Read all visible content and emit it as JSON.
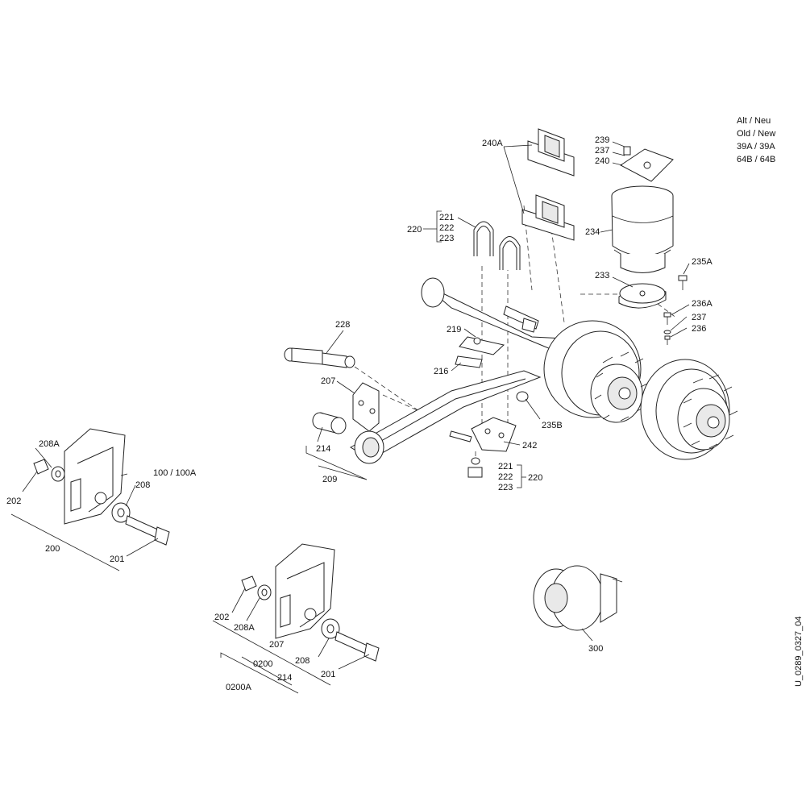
{
  "legend": {
    "header1": "Alt / Neu",
    "header2": "Old / New",
    "row1": "39A / 39A",
    "row2": "64B / 64B"
  },
  "document_id": "U_0289_0327_04",
  "labels": {
    "l240A": "240A",
    "l239": "239",
    "l237a": "237",
    "l240": "240",
    "l221a": "221",
    "l222a": "222",
    "l223a": "223",
    "l220a": "220",
    "l234": "234",
    "l235A": "235A",
    "l233": "233",
    "l236A": "236A",
    "l237b": "237",
    "l236": "236",
    "l228": "228",
    "l219": "219",
    "l216": "216",
    "l207a": "207",
    "l214a": "214",
    "l209": "209",
    "l235B": "235B",
    "l242": "242",
    "l221b": "221",
    "l222b": "222",
    "l223b": "223",
    "l220b": "220",
    "l208A_a": "208A",
    "l202a": "202",
    "l100": "100 / 100A",
    "l208a": "208",
    "l200": "200",
    "l201a": "201",
    "l202b": "202",
    "l208A_b": "208A",
    "l207b": "207",
    "l208b": "208",
    "l0200": "0200",
    "l214b": "214",
    "l0200A": "0200A",
    "l201b": "201",
    "l300": "300"
  }
}
